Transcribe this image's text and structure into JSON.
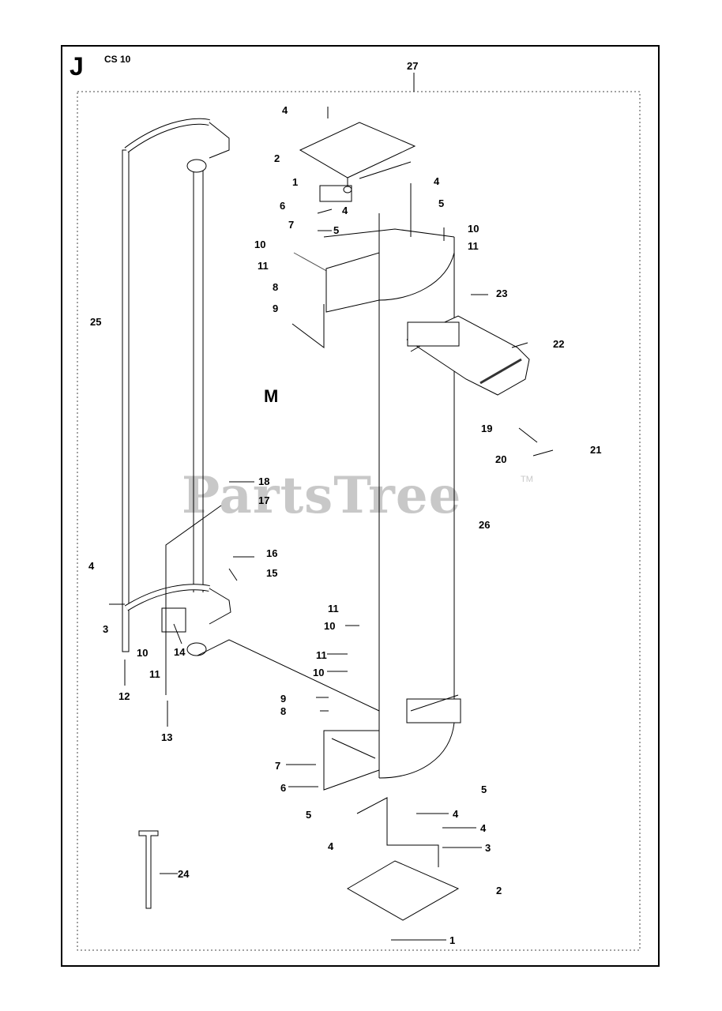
{
  "header": {
    "section_letter": "J",
    "model": "CS 10"
  },
  "view_label": "M",
  "watermark": {
    "text": "PartsTree",
    "tm": "TM"
  },
  "callouts": [
    {
      "id": "27",
      "text": "27"
    },
    {
      "id": "4a",
      "text": "4"
    },
    {
      "id": "2a",
      "text": "2"
    },
    {
      "id": "1a",
      "text": "1"
    },
    {
      "id": "4b",
      "text": "4"
    },
    {
      "id": "4c",
      "text": "4"
    },
    {
      "id": "5a",
      "text": "5"
    },
    {
      "id": "6a",
      "text": "6"
    },
    {
      "id": "7a",
      "text": "7"
    },
    {
      "id": "5b",
      "text": "5"
    },
    {
      "id": "10a",
      "text": "10"
    },
    {
      "id": "11a",
      "text": "11"
    },
    {
      "id": "10b",
      "text": "10"
    },
    {
      "id": "11b",
      "text": "11"
    },
    {
      "id": "8a",
      "text": "8"
    },
    {
      "id": "9a",
      "text": "9"
    },
    {
      "id": "23",
      "text": "23"
    },
    {
      "id": "25",
      "text": "25"
    },
    {
      "id": "22",
      "text": "22"
    },
    {
      "id": "19",
      "text": "19"
    },
    {
      "id": "21",
      "text": "21"
    },
    {
      "id": "20",
      "text": "20"
    },
    {
      "id": "18",
      "text": "18"
    },
    {
      "id": "17",
      "text": "17"
    },
    {
      "id": "26",
      "text": "26"
    },
    {
      "id": "16",
      "text": "16"
    },
    {
      "id": "15",
      "text": "15"
    },
    {
      "id": "4d",
      "text": "4"
    },
    {
      "id": "3a",
      "text": "3"
    },
    {
      "id": "10c",
      "text": "10"
    },
    {
      "id": "14",
      "text": "14"
    },
    {
      "id": "11c",
      "text": "11"
    },
    {
      "id": "12",
      "text": "12"
    },
    {
      "id": "13",
      "text": "13"
    },
    {
      "id": "11d",
      "text": "11"
    },
    {
      "id": "10d",
      "text": "10"
    },
    {
      "id": "11e",
      "text": "11"
    },
    {
      "id": "10e",
      "text": "10"
    },
    {
      "id": "9b",
      "text": "9"
    },
    {
      "id": "8b",
      "text": "8"
    },
    {
      "id": "7b",
      "text": "7"
    },
    {
      "id": "6b",
      "text": "6"
    },
    {
      "id": "5c",
      "text": "5"
    },
    {
      "id": "5d",
      "text": "5"
    },
    {
      "id": "4e",
      "text": "4"
    },
    {
      "id": "4f",
      "text": "4"
    },
    {
      "id": "4g",
      "text": "4"
    },
    {
      "id": "3b",
      "text": "3"
    },
    {
      "id": "24",
      "text": "24"
    },
    {
      "id": "2b",
      "text": "2"
    },
    {
      "id": "1b",
      "text": "1"
    }
  ]
}
